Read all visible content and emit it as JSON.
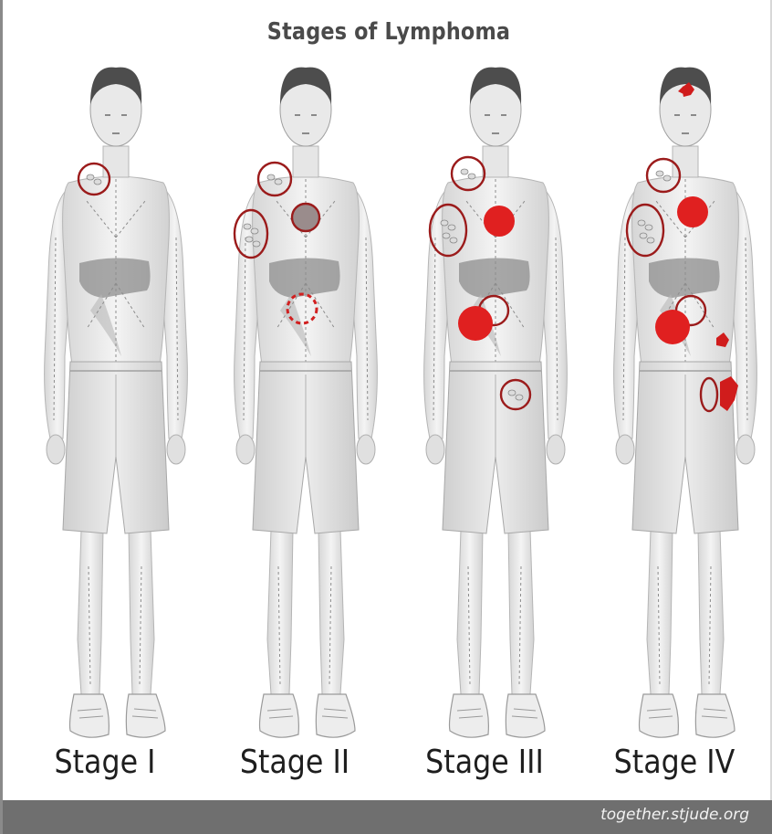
{
  "title": "Stages of Lymphoma",
  "stages": [
    {
      "label": "Stage I"
    },
    {
      "label": "Stage II"
    },
    {
      "label": "Stage III"
    },
    {
      "label": "Stage IV"
    }
  ],
  "footer": {
    "site": "together.stjude.org"
  },
  "colors": {
    "marker": "#e02020",
    "outline": "#9b1b1b",
    "footer": "#6f6f6f",
    "title": "#4a4a4a"
  }
}
